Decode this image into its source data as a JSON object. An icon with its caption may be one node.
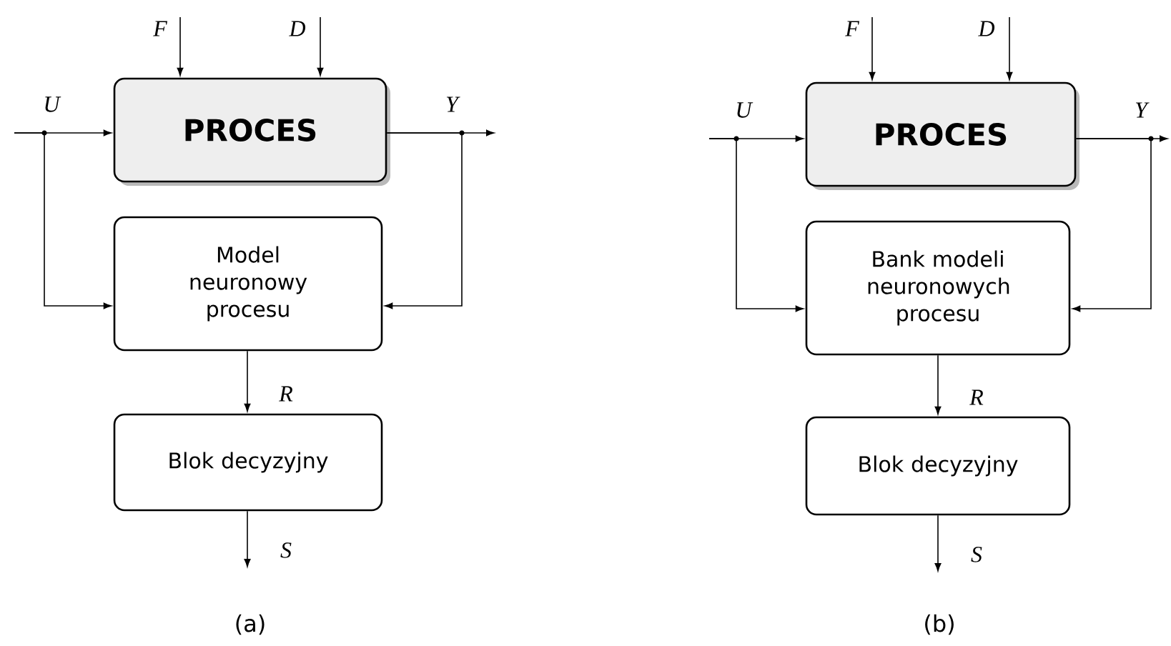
{
  "diagram": {
    "nodes": [
      {
        "text": [
          "PROCES"
        ]
      },
      {
        "text": [
          "Model neuronowy procesu"
        ]
      },
      {
        "text": [
          "Blok decyzyjny"
        ]
      },
      {
        "text": [
          "PROCES"
        ]
      },
      {
        "text": [
          "Bank modeli neuronowych procesu"
        ]
      },
      {
        "text": [
          "Blok decyzyjny"
        ]
      }
    ],
    "edges": [
      {
        "from": null,
        "to": 0,
        "arrow": "to",
        "label": "F"
      },
      {
        "from": null,
        "to": 0,
        "arrow": "to",
        "label": "D"
      },
      {
        "from": null,
        "to": 0,
        "arrow": "to",
        "label": "U"
      },
      {
        "from": null,
        "to": 1,
        "arrow": "to"
      },
      {
        "from": 0,
        "to": null,
        "arrow": "to",
        "label": "Y"
      },
      {
        "from": 0,
        "to": 1,
        "arrow": "to"
      },
      {
        "from": 1,
        "to": 2,
        "arrow": "to",
        "label": "R"
      },
      {
        "from": 2,
        "to": null,
        "arrow": "to",
        "label": "S"
      },
      {
        "from": null,
        "to": 3,
        "arrow": "to",
        "label": "F"
      },
      {
        "from": null,
        "to": 3,
        "arrow": "to",
        "label": "D"
      },
      {
        "from": null,
        "to": 3,
        "arrow": "to",
        "label": "U"
      },
      {
        "from": null,
        "to": 4,
        "arrow": "to"
      },
      {
        "from": 3,
        "to": null,
        "arrow": "to",
        "label": "Y"
      },
      {
        "from": 3,
        "to": 4,
        "arrow": "to"
      },
      {
        "from": 4,
        "to": 5,
        "arrow": "to",
        "label": "R"
      },
      {
        "from": 5,
        "to": null,
        "arrow": "to",
        "label": "S"
      }
    ],
    "labels": [
      "(a)",
      "(b)"
    ]
  }
}
